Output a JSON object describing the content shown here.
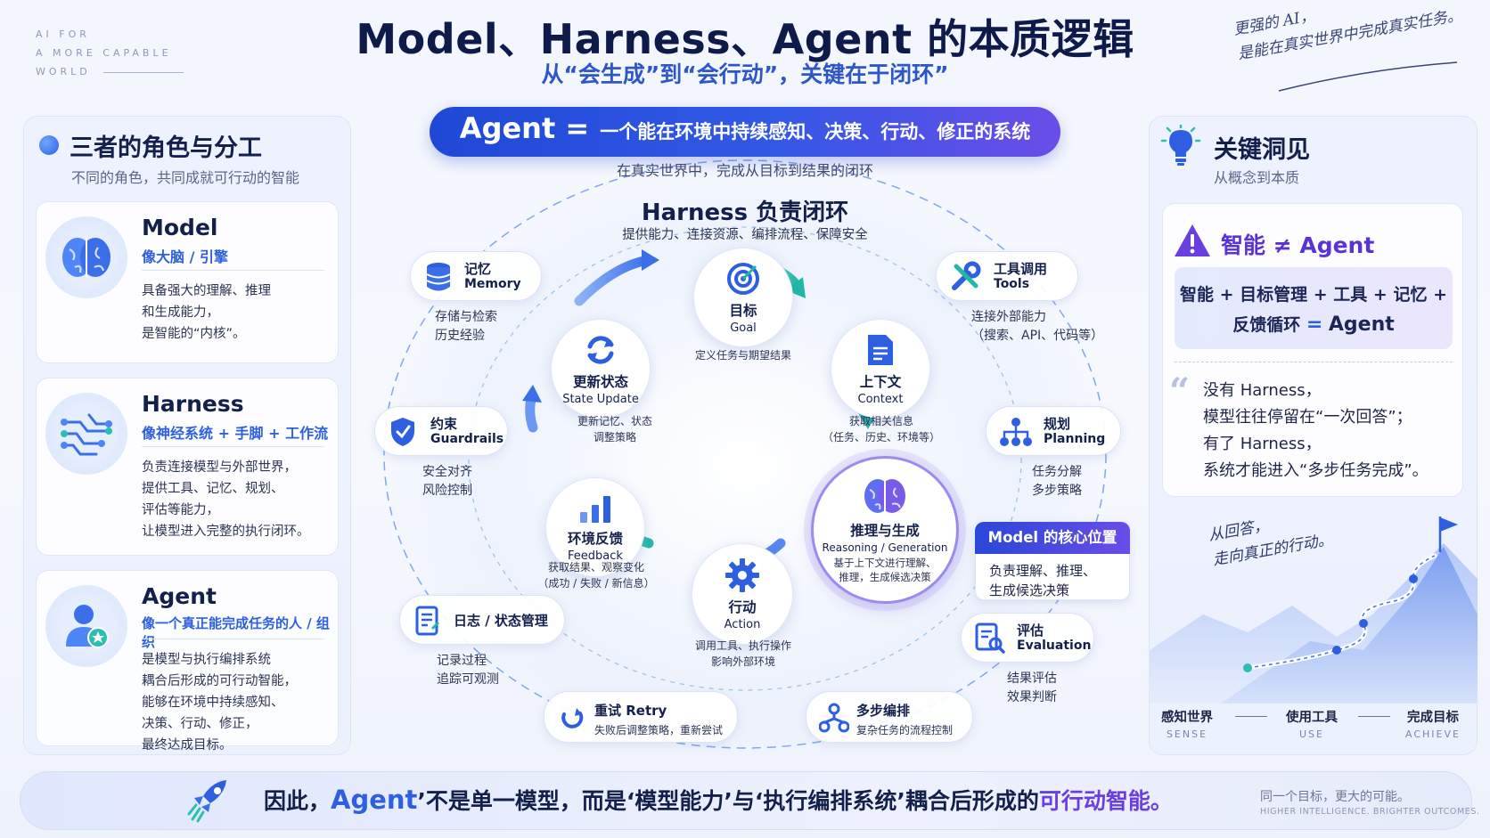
{
  "brand": {
    "line1": "AI FOR",
    "line2": "A MORE CAPABLE",
    "line3": "WORLD"
  },
  "header": {
    "title": "Model、Harness、Agent 的本质逻辑",
    "subtitle": "从“会生成”到“会行动”，关键在于闭环”"
  },
  "note_top": {
    "line1": "更强的 AI，",
    "line2": "是能在真实世界中完成真实任务。"
  },
  "left": {
    "title": "三者的角色与分工",
    "subtitle": "不同的角色，共同成就可行动的智能",
    "roles": [
      {
        "name": "Model",
        "tag": "像大脑 / 引擎",
        "desc": [
          "具备强大的理解、推理",
          "和生成能力，",
          "是智能的“内核”。"
        ]
      },
      {
        "name": "Harness",
        "tag": "像神经系统 + 手脚 + 工作流",
        "desc": [
          "负责连接模型与外部世界，",
          "提供工具、记忆、规划、",
          "评估等能力，",
          "让模型进入完整的执行闭环。"
        ]
      },
      {
        "name": "Agent",
        "tag": "像一个真正能完成任务的人 / 组织",
        "desc": [
          "是模型与执行编排系统",
          "耦合后形成的可行动智能，",
          "能够在环境中持续感知、",
          "决策、行动、修正，",
          "最终达成目标。"
        ]
      }
    ]
  },
  "center": {
    "banner_agent": "Agent =",
    "banner_text": "一个能在环境中持续感知、决策、行动、修正的系统",
    "caption": "在真实世界中，完成从目标到结果的闭环",
    "harness_title": "Harness 负责闭环",
    "harness_sub": "提供能力、连接资源、编排流程、保障安全",
    "nodes": {
      "goal": {
        "zh": "目标",
        "en": "Goal",
        "cap": [
          "定义任务与期望结果"
        ]
      },
      "context": {
        "zh": "上下文",
        "en": "Context",
        "cap": [
          "获取相关信息",
          "（任务、历史、环境等）"
        ]
      },
      "reasoning": {
        "zh": "推理与生成",
        "en": "Reasoning / Generation",
        "cap": [
          "基于上下文进行理解、",
          "推理，生成候选决策"
        ]
      },
      "action": {
        "zh": "行动",
        "en": "Action",
        "cap": [
          "调用工具、执行操作",
          "影响外部环境"
        ]
      },
      "feedback": {
        "zh": "环境反馈",
        "en": "Feedback",
        "cap": [
          "获取结果、观察变化",
          "（成功 / 失败 / 新信息）"
        ]
      },
      "update": {
        "zh": "更新状态",
        "en": "State Update",
        "cap": [
          "更新记忆、状态",
          "调整策略"
        ]
      }
    },
    "pills": {
      "memory": {
        "zh": "记忆",
        "en": "Memory",
        "cap": [
          "存储与检索",
          "历史经验"
        ]
      },
      "tools": {
        "zh": "工具调用",
        "en": "Tools",
        "cap": [
          "连接外部能力",
          "（搜索、API、代码等）"
        ]
      },
      "guardrails": {
        "zh": "约束",
        "en": "Guardrails",
        "cap": [
          "安全对齐",
          "风险控制"
        ]
      },
      "planning": {
        "zh": "规划",
        "en": "Planning",
        "cap": [
          "任务分解",
          "多步策略"
        ]
      },
      "logs": {
        "zh": "日志 / 状态管理",
        "cap": [
          "记录过程",
          "追踪可观测"
        ]
      },
      "evaluation": {
        "zh": "评估",
        "en": "Evaluation",
        "cap": [
          "结果评估",
          "效果判断"
        ]
      },
      "retry": {
        "zh": "重试 Retry",
        "sub": "失败后调整策略，重新尝试"
      },
      "orchestration": {
        "zh": "多步编排",
        "sub": "复杂任务的流程控制"
      }
    },
    "core": {
      "title": "Model 的核心位置",
      "line1": "负责理解、推理、",
      "line2": "生成候选决策"
    }
  },
  "right": {
    "title": "关键洞见",
    "subtitle": "从概念到本质",
    "warn_title": "智能 ≠ Agent",
    "formula_1": "智能 + 目标管理 + 工具 + 记忆 +",
    "formula_2a": "反馈循环",
    "formula_2b": "=",
    "formula_2c": "Agent",
    "quote": [
      "没有 Harness，",
      "模型往往停留在“一次回答”；",
      "有了 Harness，",
      "系统才能进入“多步任务完成”。"
    ],
    "note_bottom": {
      "line1": "从回答，",
      "line2": "走向真正的行动。"
    },
    "steps": [
      {
        "zh": "感知世界",
        "en": "SENSE"
      },
      {
        "zh": "使用工具",
        "en": "USE"
      },
      {
        "zh": "完成目标",
        "en": "ACHIEVE"
      }
    ]
  },
  "bottom": {
    "pre": "因此，",
    "agent": "Agent",
    "mid": "’不是单一模型，而是‘模型能力’与‘执行编排系统’耦合后形成的",
    "highlight": "可行动智能。",
    "note_zh": "同一个目标，更大的可能。",
    "note_en": "HIGHER INTELLIGENCE. BRIGHTER OUTCOMES."
  },
  "colors": {
    "primary": "#2d5fe0",
    "purple": "#6a3fe0",
    "teal": "#2bbfb1",
    "navy": "#14204c"
  }
}
